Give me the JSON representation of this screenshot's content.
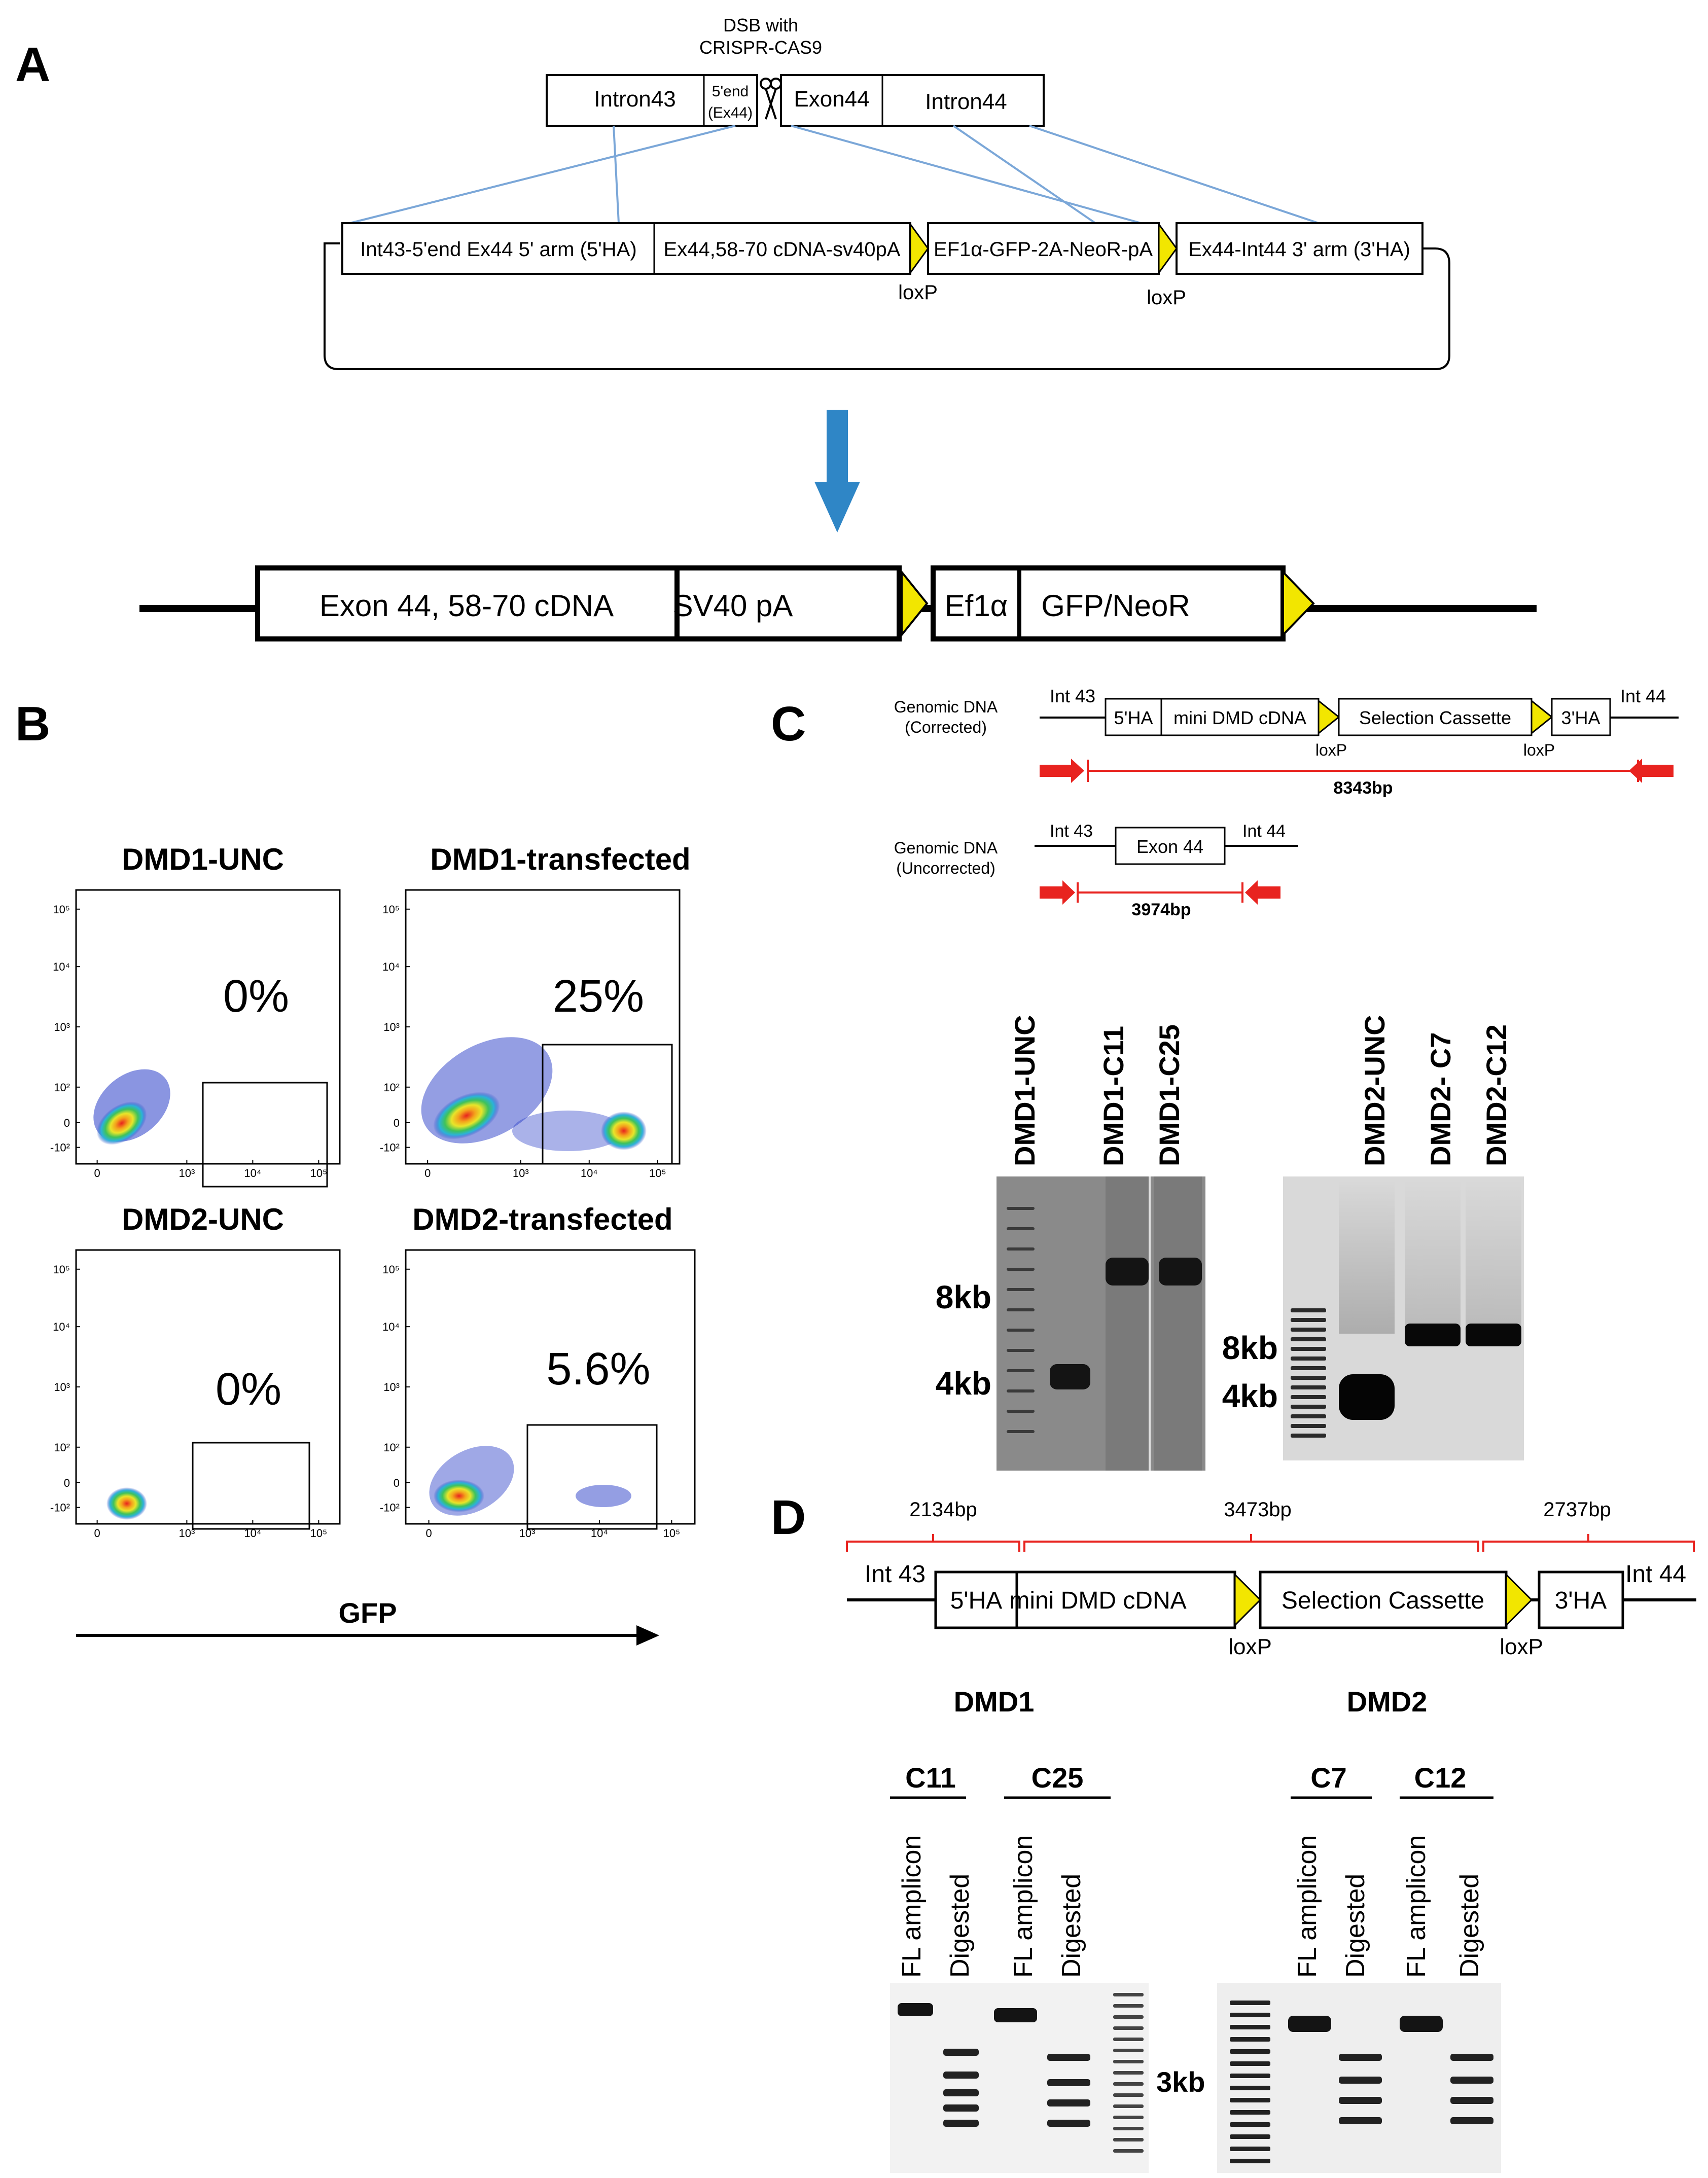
{
  "panels": {
    "A": {
      "letter": "A",
      "dsb_line1": "DSB with",
      "dsb_line2": "CRISPR-CAS9",
      "locus": {
        "intron43": "Intron43",
        "five_end_line1": "5'end",
        "five_end_line2": "(Ex44)",
        "exon44": "Exon44",
        "intron44": "Intron44"
      },
      "donor": {
        "arm5": "Int43-5'end Ex44 5' arm (5'HA)",
        "cdna": "Ex44,58-70 cDNA-sv40pA",
        "cassette": "EF1α-GFP-2A-NeoR-pA",
        "arm3": "Ex44-Int44 3' arm (3'HA)",
        "loxp1": "loxP",
        "loxp2": "loxP"
      },
      "product": {
        "cdna": "Exon 44, 58-70  cDNA",
        "pa": "SV40 pA",
        "ef1a": "Ef1α",
        "gfp": "GFP/NeoR"
      }
    },
    "B": {
      "letter": "B",
      "plots": [
        {
          "title": "DMD1-UNC",
          "percent": "0%"
        },
        {
          "title": "DMD1-transfected",
          "percent": "25%"
        },
        {
          "title": "DMD2-UNC",
          "percent": "0%"
        },
        {
          "title": "DMD2-transfected",
          "percent": "5.6%"
        }
      ],
      "ticks_y": [
        "10⁵",
        "10⁴",
        "10³",
        "10²",
        "0",
        "-10²"
      ],
      "ticks_x": [
        "0",
        "10³",
        "10⁴",
        "10⁵"
      ],
      "xlabel": "GFP"
    },
    "C": {
      "letter": "C",
      "corrected_label_1": "Genomic DNA",
      "corrected_label_2": "(Corrected)",
      "uncorrected_label_1": "Genomic DNA",
      "uncorrected_label_2": "(Uncorrected)",
      "int43": "Int 43",
      "int44": "Int 44",
      "ha5": "5'HA",
      "mini": "mini DMD cDNA",
      "sel": "Selection Cassette",
      "ha3": "3'HA",
      "loxp": "loxP",
      "exon44": "Exon 44",
      "size_corrected": "8343bp",
      "size_uncorrected": "3974bp",
      "gel1_lanes": [
        "DMD1-UNC",
        "DMD1-C11",
        "DMD1-C25"
      ],
      "gel2_lanes": [
        "DMD2-UNC",
        "DMD2- C7",
        "DMD2-C12"
      ],
      "marker_8kb": "8kb",
      "marker_4kb": "4kb"
    },
    "D": {
      "letter": "D",
      "seg1": "2134bp",
      "seg2": "3473bp",
      "seg3": "2737bp",
      "int43": "Int 43",
      "int44": "Int 44",
      "ha5": "5'HA",
      "mini": "mini DMD cDNA",
      "sel": "Selection Cassette",
      "ha3": "3'HA",
      "loxp": "loxP",
      "dmd1": "DMD1",
      "dmd2": "DMD2",
      "clones": [
        "C11",
        "C25",
        "C7",
        "C12"
      ],
      "lane_fl": "FL amplicon",
      "lane_dig": "Digested",
      "marker_3kb": "3kb"
    }
  },
  "colors": {
    "loxp_yellow": "#f2e600",
    "arrow_blue": "#2f86c6",
    "red": "#e8231f",
    "link_blue": "#7ba7d8"
  }
}
